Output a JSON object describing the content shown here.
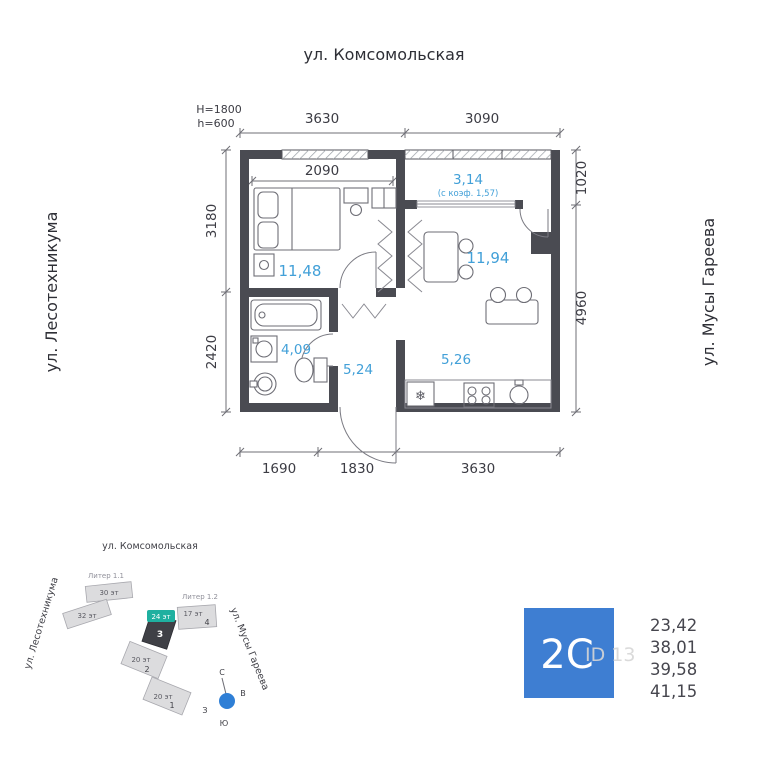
{
  "streets": {
    "top": "ул. Комсомольская",
    "left": "ул. Лесотехникума",
    "right": "ул. Мусы Гареева"
  },
  "window_spec": {
    "H": "H=1800",
    "h": "h=600"
  },
  "dims": {
    "top": [
      "3630",
      "3090"
    ],
    "left": [
      "3180",
      "2420"
    ],
    "right": [
      "1020",
      "4960"
    ],
    "bottom": [
      "1690",
      "1830",
      "3630"
    ],
    "bedroom_width": "2090"
  },
  "rooms": {
    "bedroom": {
      "area": "11,48"
    },
    "balcony": {
      "area": "3,14",
      "note": "(с коэф. 1,57)"
    },
    "living": {
      "area": "11,94"
    },
    "bathroom": {
      "area": "4,09"
    },
    "hall": {
      "area": "5,24"
    },
    "kitchen": {
      "area": "5,26"
    }
  },
  "icons": {
    "fridge_icon": "❄"
  },
  "minimap": {
    "street_top": "ул. Комсомольская",
    "street_left": "ул. Лесотехникума",
    "street_right": "ул. Мусы Гареева",
    "liter1": "Литер 1.1",
    "liter2": "Литер 1.2",
    "buildings": [
      {
        "floors": "30 эт"
      },
      {
        "floors": "32 эт"
      },
      {
        "floors": "24 эт",
        "plot": "3"
      },
      {
        "floors": "17 эт",
        "plot": "4"
      },
      {
        "floors": "20 эт",
        "plot": "2"
      },
      {
        "floors": "20 эт",
        "plot": "1"
      }
    ],
    "compass": {
      "n": "С",
      "s": "Ю",
      "w": "З",
      "e": "В"
    }
  },
  "summary": {
    "plan_code": "2С",
    "areas": [
      "23,42",
      "38,01",
      "39,58",
      "41,15"
    ]
  },
  "watermark": "ID 13",
  "colors": {
    "wall": "#4a4b52",
    "area_text": "#42a0d8",
    "accent_blue": "#3e7ed2",
    "highlight_teal": "#1fb0a0"
  }
}
